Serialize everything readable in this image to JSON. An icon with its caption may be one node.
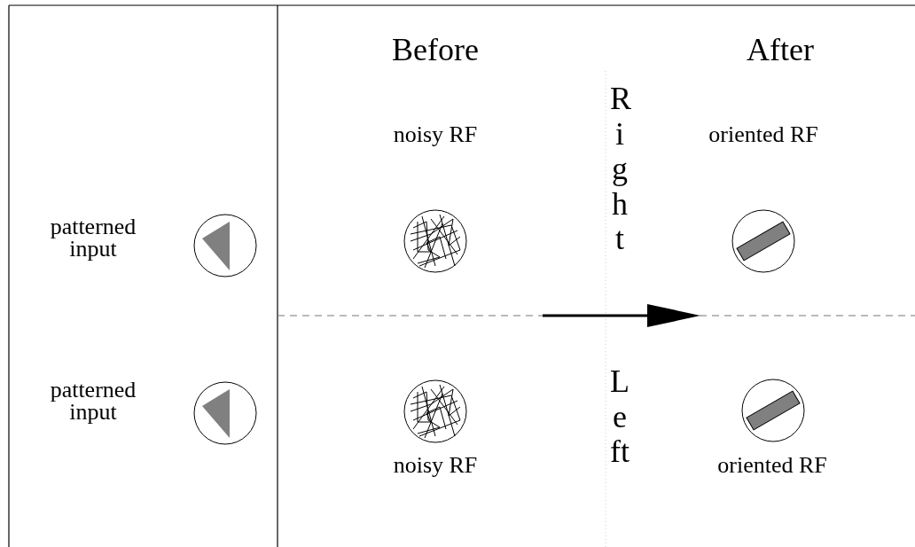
{
  "diagram": {
    "nodes": [
      {
        "text": [],
        "shape": "picture",
        "beside": [
          "patterned input"
        ]
      },
      {
        "text": [],
        "shape": "picture",
        "beside": [
          "patterned input"
        ]
      },
      {
        "text": [],
        "shape": "picture",
        "beside": [
          "noisy RF"
        ]
      },
      {
        "text": [],
        "shape": "picture",
        "beside": [
          "noisy RF"
        ]
      },
      {
        "text": [],
        "shape": "picture",
        "beside": [
          "oriented RF"
        ]
      },
      {
        "text": [],
        "shape": "picture",
        "beside": [
          "oriented RF"
        ]
      }
    ],
    "labels": [
      "Before",
      "After",
      "Right",
      "Left"
    ]
  }
}
